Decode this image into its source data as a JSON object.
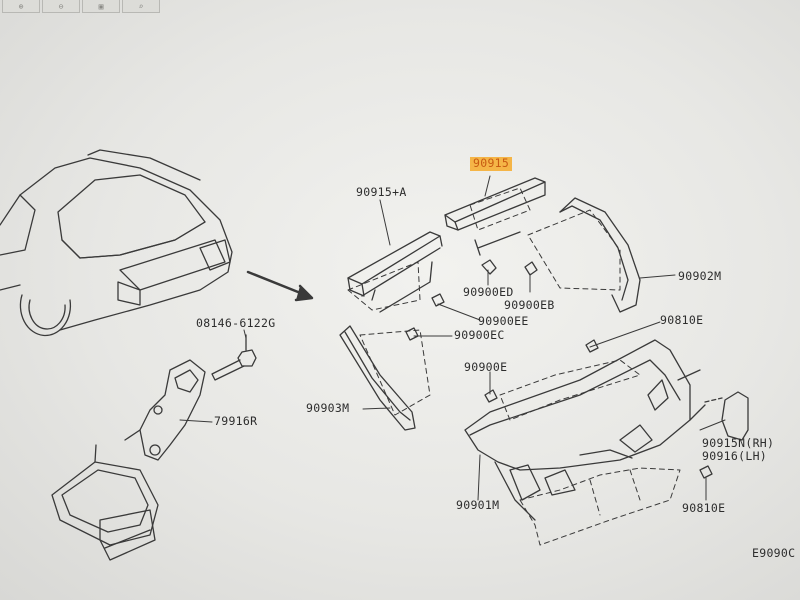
{
  "toolbar": {
    "buttons": [
      {
        "icon": "zoom-in-icon",
        "glyph": "⊕"
      },
      {
        "icon": "zoom-out-icon",
        "glyph": "⊖"
      },
      {
        "icon": "fit-icon",
        "glyph": "▣"
      },
      {
        "icon": "search-icon",
        "glyph": "⌕"
      }
    ]
  },
  "callouts": {
    "part_90915": "90915",
    "part_90915_a": "90915+A",
    "part_90902m": "90902M",
    "part_90900ed": "90900ED",
    "part_90900eb": "90900EB",
    "part_90900ee": "90900EE",
    "part_90900ec": "90900EC",
    "part_08146": "08146-6122G",
    "part_90810e_top": "90810E",
    "part_90900e": "90900E",
    "part_79916r": "79916R",
    "part_90903m": "90903M",
    "part_90915n": "90915N(RH)",
    "part_90916": "90916(LH)",
    "part_90901m": "90901M",
    "part_90810e_bottom": "90810E",
    "diagram_code": "E9090C"
  },
  "highlight_color": "#f5b547",
  "line_color": "#3a3a3a"
}
